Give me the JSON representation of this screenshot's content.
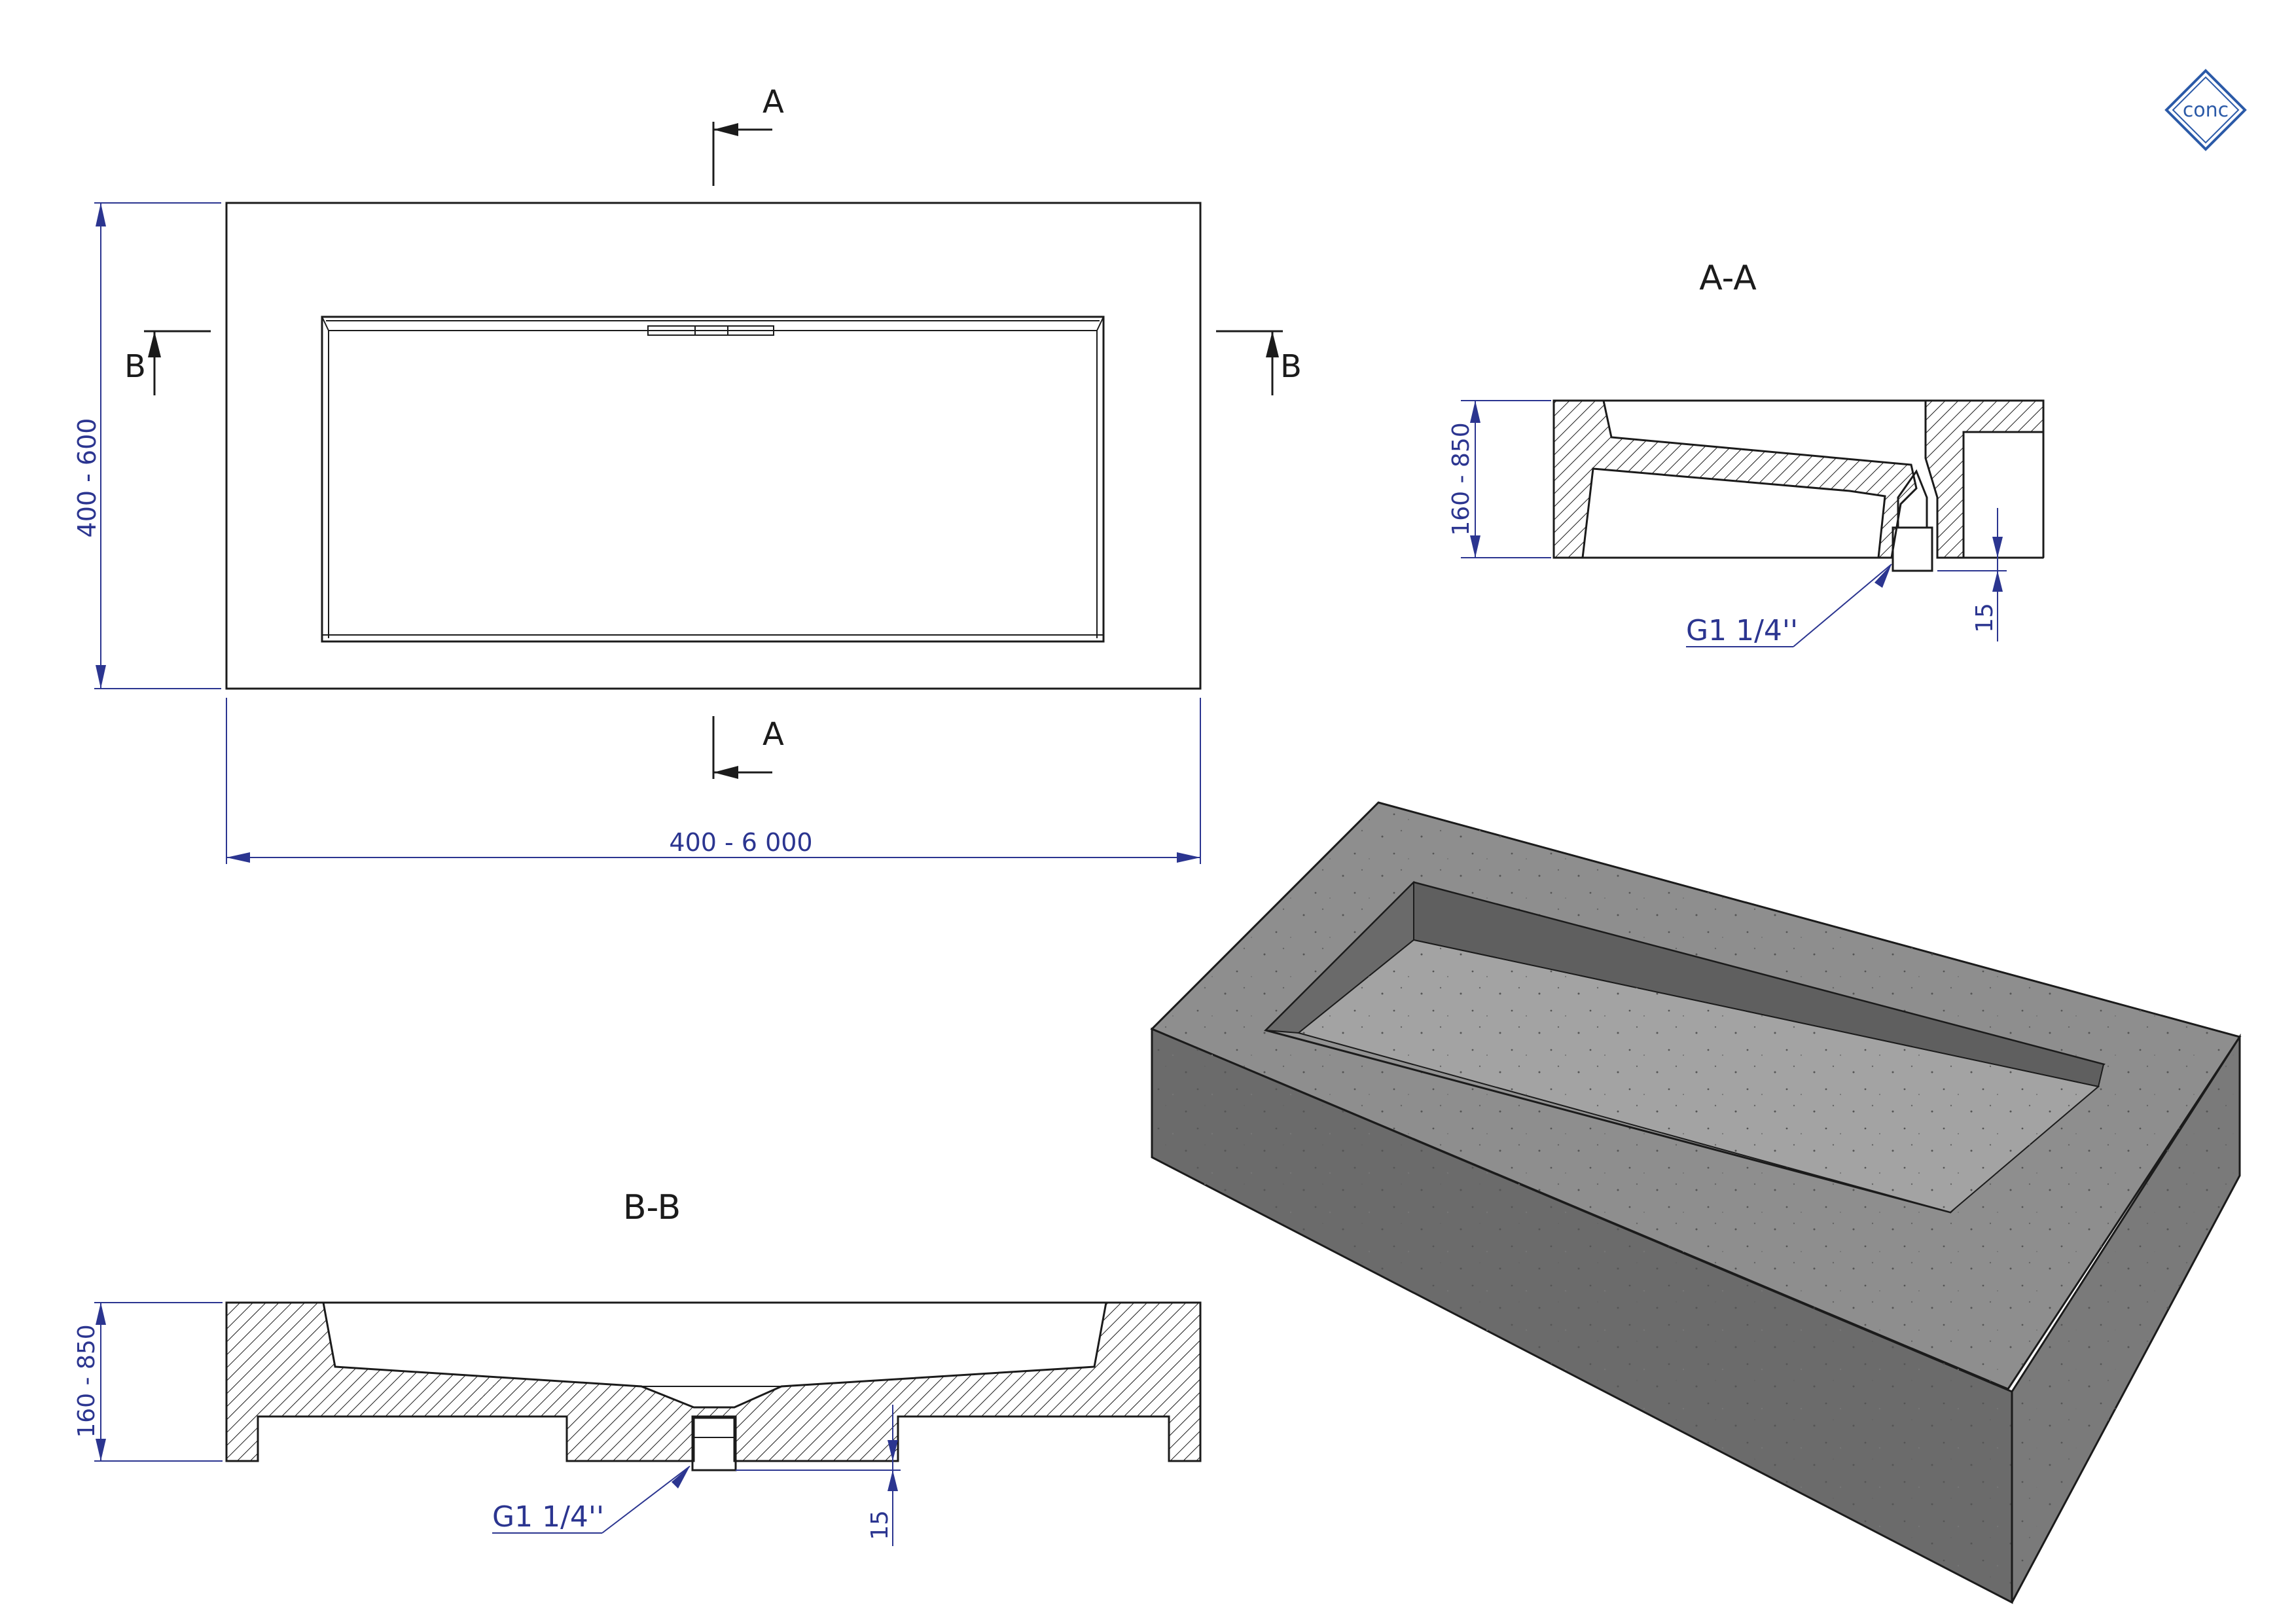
{
  "logo": {
    "text": "conc",
    "color": "#2b5aa8"
  },
  "top_view": {
    "section_a_top": "A",
    "section_a_bottom": "A",
    "section_b_left": "B",
    "section_b_right": "B",
    "dim_height": "400 - 600",
    "dim_width": "400 - 6 000"
  },
  "section_aa": {
    "title": "A-A",
    "dim_height": "160 - 850",
    "drain_label": "G1 1/4''",
    "drain_offset": "15"
  },
  "section_bb": {
    "title": "B-B",
    "dim_height": "160 - 850",
    "drain_label": "G1 1/4''",
    "drain_offset": "15"
  },
  "colors": {
    "ink": "#1b1b1b",
    "dimension": "#2b3590",
    "concrete_top": "#8e8e8e",
    "concrete_front": "#6b6b6b",
    "concrete_side": "#7a7a7a"
  }
}
